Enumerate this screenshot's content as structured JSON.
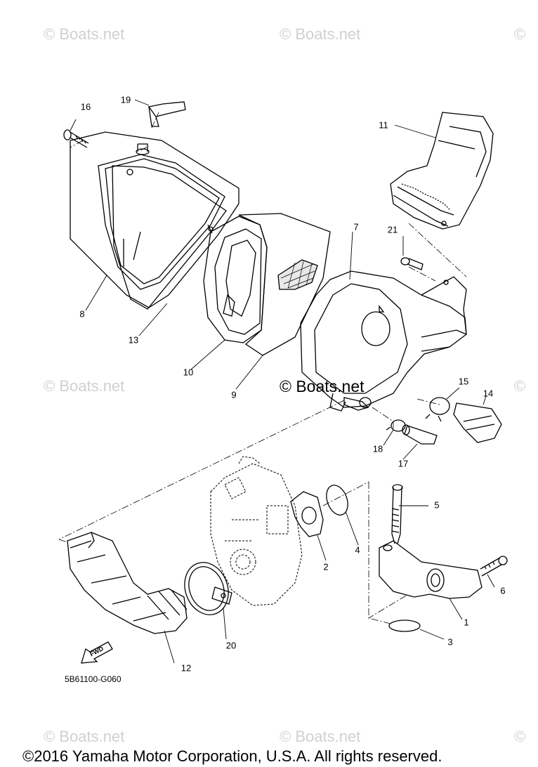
{
  "watermarks": {
    "tl": "© Boats.net",
    "tm": "© Boats.net",
    "tr": "©",
    "ml": "© Boats.net",
    "center": "© Boats.net",
    "mr": "©",
    "bl": "© Boats.net",
    "bm": "© Boats.net",
    "br": "©"
  },
  "callouts": {
    "p1": "1",
    "p2": "2",
    "p3": "3",
    "p4": "4",
    "p5": "5",
    "p6": "6",
    "p7": "7",
    "p8": "8",
    "p9": "9",
    "p10": "10",
    "p11": "11",
    "p12": "12",
    "p13": "13",
    "p14": "14",
    "p15": "15",
    "p16": "16",
    "p17": "17",
    "p18": "18",
    "p19": "19",
    "p20": "20",
    "p21": "21"
  },
  "fwd_label": "FWD",
  "diagram_code": "5B61100-G060",
  "copyright": "©2016 Yamaha Motor Corporation, U.S.A. All rights reserved."
}
